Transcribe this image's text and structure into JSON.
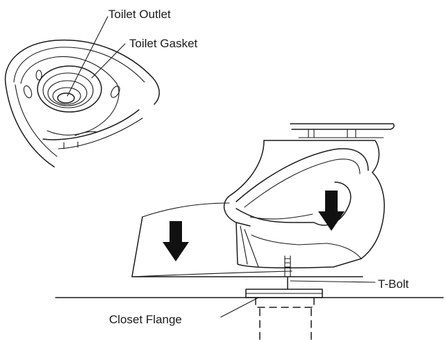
{
  "labels": {
    "toilet_outlet": "Toilet Outlet",
    "toilet_gasket": "Toilet Gasket",
    "t_bolt": "T-Bolt",
    "closet_flange": "Closet Flange"
  },
  "colors": {
    "line": "#1a1a1a",
    "arrow": "#111111",
    "background": "#ffffff"
  }
}
